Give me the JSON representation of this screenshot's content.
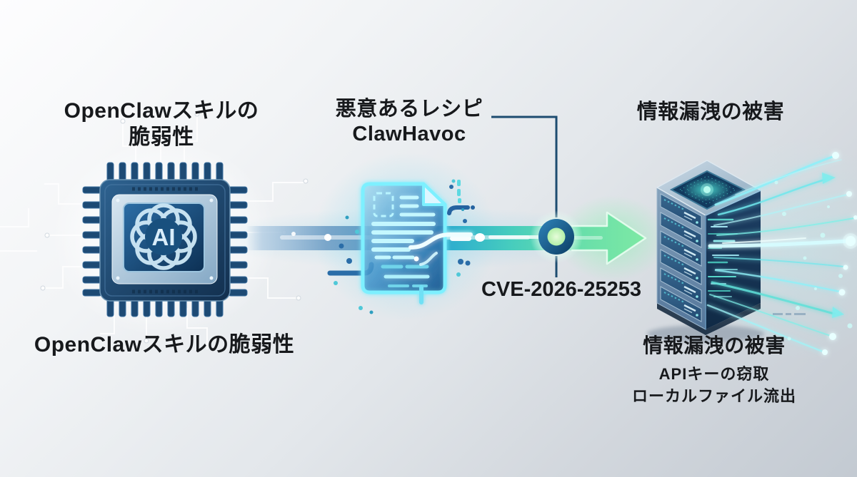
{
  "diagram": {
    "source": {
      "title_line1": "OpenClawスキルの",
      "title_line2": "脆弱性",
      "caption": "OpenClawスキルの脆弱性",
      "chip_logo": "AI",
      "icon": "ai-chip-icon"
    },
    "threat": {
      "title_line1": "悪意あるレシピ",
      "title_line2": "ClawHavoc",
      "cve_id": "CVE-2026-25253",
      "icon": "malicious-recipe-document-icon"
    },
    "impact": {
      "title": "情報漏洩の被害",
      "caption_title": "情報漏洩の被害",
      "caption_line1": "APIキーの窃取",
      "caption_line2": "ローカルファイル流出",
      "icon": "server-data-leak-icon"
    },
    "colors": {
      "text": "#17191c",
      "background_start": "#fdfdfe",
      "background_end": "#c3cad2",
      "connector_line": "#1d4c70",
      "arrow_blue": "#5e93bd",
      "arrow_teal": "#2fb0cd",
      "arrow_green": "#7de9a5",
      "node_ring": "#155d94",
      "node_core": "#d0f7c8",
      "neon_cyan": "#7df0ff",
      "chip_navy": "#1c4a74",
      "server_navy": "#1a3a5c"
    }
  }
}
